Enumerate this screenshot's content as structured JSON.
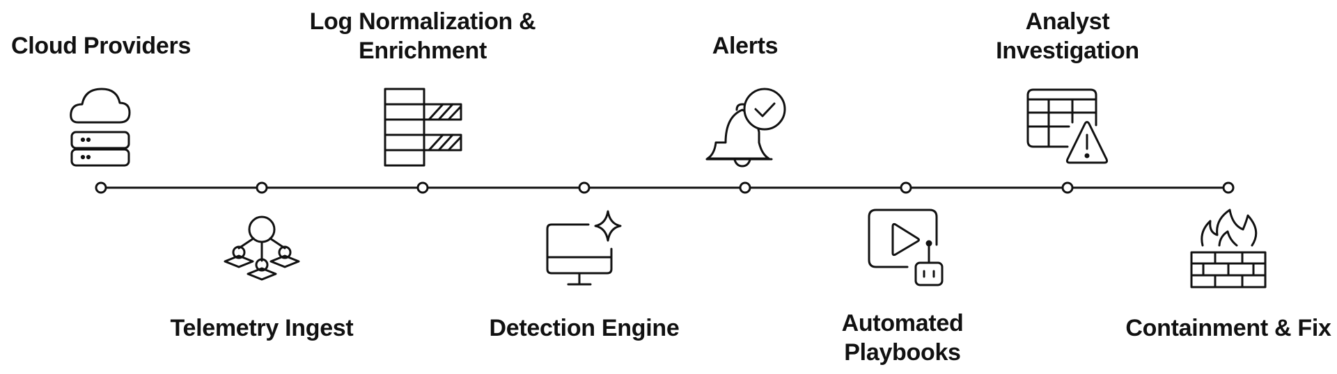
{
  "steps": [
    {
      "id": "cloud",
      "lines": [
        "Cloud Providers"
      ],
      "icon": "cloud-server-icon"
    },
    {
      "id": "telemetry",
      "lines": [
        "Telemetry Ingest"
      ],
      "icon": "network-nodes-icon"
    },
    {
      "id": "lognorm",
      "lines": [
        "Log Normalization &",
        "Enrichment"
      ],
      "icon": "stacked-rows-icon"
    },
    {
      "id": "detection",
      "lines": [
        "Detection Engine"
      ],
      "icon": "monitor-sparkle-icon"
    },
    {
      "id": "alerts",
      "lines": [
        "Alerts"
      ],
      "icon": "bell-check-icon"
    },
    {
      "id": "playbooks",
      "lines": [
        "Automated",
        "Playbooks"
      ],
      "icon": "play-robot-icon"
    },
    {
      "id": "analyst",
      "lines": [
        "Analyst",
        "Investigation"
      ],
      "icon": "table-warning-icon"
    },
    {
      "id": "containment",
      "lines": [
        "Containment & Fix"
      ],
      "icon": "firewall-fire-icon"
    }
  ],
  "colors": {
    "stroke": "#111111",
    "background": "#ffffff"
  }
}
